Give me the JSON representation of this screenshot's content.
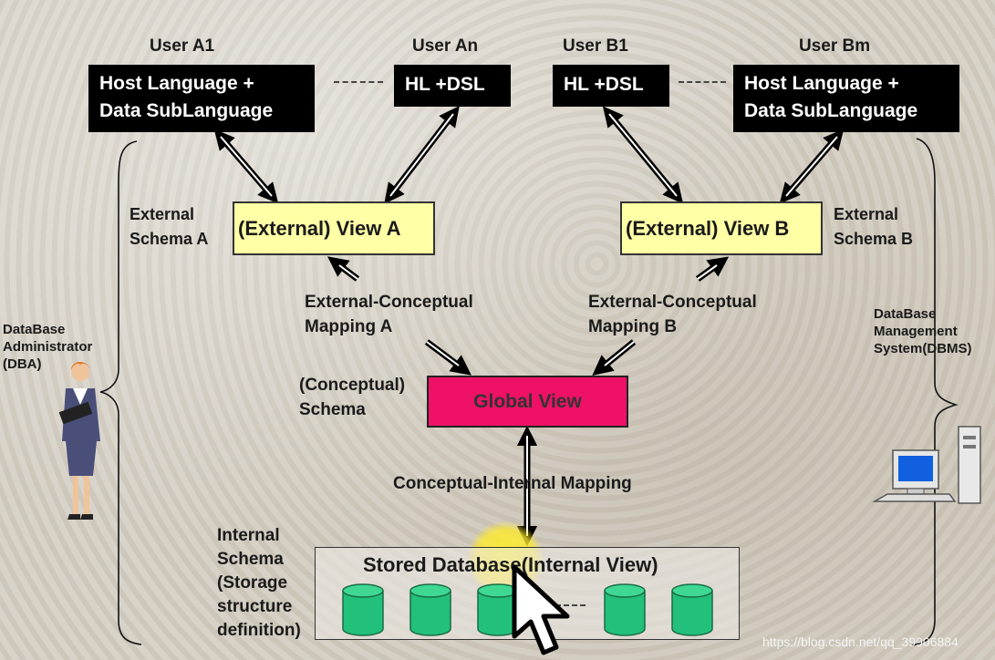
{
  "users": {
    "a1": "User A1",
    "an": "User An",
    "b1": "User B1",
    "bm": "User Bm"
  },
  "hosts": {
    "a1_line1": "Host Language +",
    "a1_line2": "Data SubLanguage",
    "an": "HL +DSL",
    "b1": "HL +DSL",
    "bm_line1": "Host Language +",
    "bm_line2": "Data SubLanguage"
  },
  "external_schema_a": {
    "line1": "External",
    "line2": "Schema  A"
  },
  "external_schema_b": {
    "line1": "External",
    "line2": "Schema  B"
  },
  "view_a": "(External)  View  A",
  "view_b": "(External)  View  B",
  "mapping_a": {
    "line1": "External-Conceptual",
    "line2": "Mapping A"
  },
  "mapping_b": {
    "line1": "External-Conceptual",
    "line2": "Mapping B"
  },
  "conceptual_schema": {
    "line1": "(Conceptual)",
    "line2": "Schema"
  },
  "global_view": "Global View",
  "conceptual_internal_mapping": "Conceptual-Internal Mapping",
  "internal_schema": [
    "Internal",
    "Schema",
    "(Storage",
    "structure",
    "definition)"
  ],
  "stored_database": "Stored Database(Internal View)",
  "dba": [
    "DataBase",
    "Administrator",
    "(DBA)"
  ],
  "dbms": [
    "DataBase",
    "Management",
    "System(DBMS)"
  ],
  "watermark": "https://blog.csdn.net/qq_39906884",
  "icons": [
    "person-icon",
    "computer-icon",
    "cursor-icon",
    "database-cylinder-icon"
  ],
  "colors": {
    "view_fill": "#ffffa6",
    "global_fill": "#ee1166",
    "cylinder": "#22c07a",
    "host_box": "#000000"
  }
}
